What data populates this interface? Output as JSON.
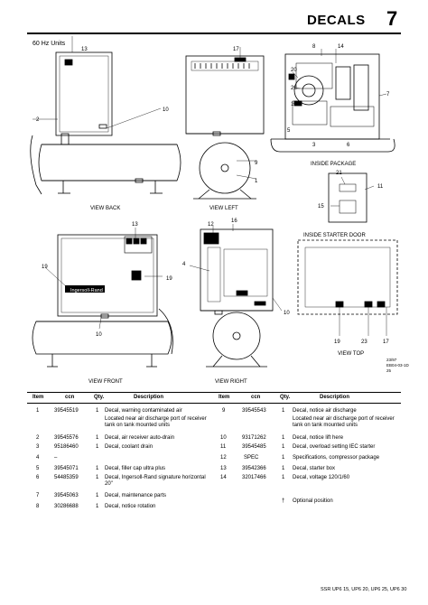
{
  "header": {
    "title": "DECALS",
    "page_number": "7"
  },
  "section_label": "60 Hz Units",
  "views": {
    "back": "VIEW BACK",
    "left": "VIEW LEFT",
    "inside_package": "INSIDE PACKAGE",
    "inside_starter_door": "INSIDE STARTER DOOR",
    "front": "VIEW FRONT",
    "right": "VIEW RIGHT",
    "top": "VIEW TOP"
  },
  "brand_plate": "Ingersoll-Rand",
  "callouts": [
    "13",
    "17",
    "8",
    "14",
    "2",
    "10",
    "20",
    "22",
    "7",
    "18",
    "3",
    "6",
    "9",
    "1",
    "5",
    "21",
    "11",
    "15",
    "13",
    "12",
    "16",
    "4",
    "19",
    "10",
    "10",
    "19",
    "23",
    "17"
  ],
  "drawing_ref": [
    "23/97",
    "EB04-03-1D",
    "25"
  ],
  "table": {
    "headers": [
      "Item",
      "ccn",
      "Qty.",
      "Description",
      "Item",
      "ccn",
      "Qty.",
      "Description"
    ],
    "left_rows": [
      {
        "item": "1",
        "ccn": "39545519",
        "qty": "1",
        "desc": "Decal, warning contaminated air",
        "note": "Located near air discharge port of receiver tank on tank mounted units"
      },
      {
        "item": "2",
        "ccn": "39545576",
        "qty": "1",
        "desc": "Decal, air receiver auto-drain",
        "note": ""
      },
      {
        "item": "3",
        "ccn": "95186460",
        "qty": "1",
        "desc": "Decal, coolant drain",
        "note": ""
      },
      {
        "item": "4",
        "ccn": "–",
        "qty": "",
        "desc": "",
        "note": ""
      },
      {
        "item": "5",
        "ccn": "39545071",
        "qty": "1",
        "desc": "Decal, filler cap ultra plus",
        "note": ""
      },
      {
        "item": "6",
        "ccn": "54485359",
        "qty": "1",
        "desc": "Decal, Ingersoll-Rand signature horizontal 20\"",
        "note": ""
      },
      {
        "item": "7",
        "ccn": "39545063",
        "qty": "1",
        "desc": "Decal, maintenance parts",
        "note": ""
      },
      {
        "item": "8",
        "ccn": "30286688",
        "qty": "1",
        "desc": "Decal, notice rotation",
        "note": ""
      }
    ],
    "right_rows": [
      {
        "item": "9",
        "ccn": "39545543",
        "qty": "1",
        "desc": "Decal, notice air discharge",
        "note": "Located near air discharge port of receiver tank on tank mounted units"
      },
      {
        "item": "10",
        "ccn": "93171262",
        "qty": "1",
        "desc": "Decal, notice lift here",
        "note": ""
      },
      {
        "item": "11",
        "ccn": "39545485",
        "qty": "1",
        "desc": "Decal, overload setting IEC starter",
        "note": ""
      },
      {
        "item": "12",
        "ccn": "SPEC",
        "qty": "1",
        "desc": "Specifications, compressor package",
        "note": ""
      },
      {
        "item": "13",
        "ccn": "39542366",
        "qty": "1",
        "desc": "Decal, starter box",
        "note": ""
      },
      {
        "item": "14",
        "ccn": "32017466",
        "qty": "1",
        "desc": "Decal, voltage 120/1/60",
        "note": ""
      },
      {
        "item": "†",
        "ccn": "",
        "qty": "",
        "desc": "Optional position",
        "note": ""
      }
    ]
  },
  "footer": "SSR UP6 15, UP6 20, UP6 25, UP6 30"
}
